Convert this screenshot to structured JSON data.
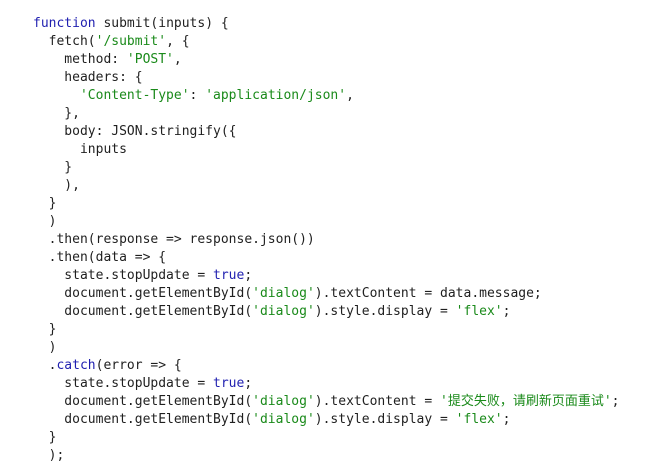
{
  "editor": {
    "colors": {
      "keyword": "#1f1fb0",
      "string": "#1a8a1a",
      "plain": "#1f1f1f",
      "background": "#ffffff"
    },
    "lines": [
      [
        {
          "t": "keyword",
          "v": "function"
        },
        {
          "t": "plain",
          "v": " submit(inputs) {"
        }
      ],
      [
        {
          "t": "plain",
          "v": "  fetch("
        },
        {
          "t": "string",
          "v": "'/submit'"
        },
        {
          "t": "plain",
          "v": ", {"
        }
      ],
      [
        {
          "t": "plain",
          "v": "    method: "
        },
        {
          "t": "string",
          "v": "'POST'"
        },
        {
          "t": "plain",
          "v": ","
        }
      ],
      [
        {
          "t": "plain",
          "v": "    headers: {"
        }
      ],
      [
        {
          "t": "plain",
          "v": "      "
        },
        {
          "t": "string",
          "v": "'Content-Type'"
        },
        {
          "t": "plain",
          "v": ": "
        },
        {
          "t": "string",
          "v": "'application/json'"
        },
        {
          "t": "plain",
          "v": ","
        }
      ],
      [
        {
          "t": "plain",
          "v": "    },"
        }
      ],
      [
        {
          "t": "plain",
          "v": "    body: JSON.stringify({"
        }
      ],
      [
        {
          "t": "plain",
          "v": "      inputs"
        }
      ],
      [
        {
          "t": "plain",
          "v": "    }"
        }
      ],
      [
        {
          "t": "plain",
          "v": "    ),"
        }
      ],
      [
        {
          "t": "plain",
          "v": "  }"
        }
      ],
      [
        {
          "t": "plain",
          "v": "  )"
        }
      ],
      [
        {
          "t": "plain",
          "v": "  .then(response => response.json())"
        }
      ],
      [
        {
          "t": "plain",
          "v": "  .then(data => {"
        }
      ],
      [
        {
          "t": "plain",
          "v": "    state.stopUpdate = "
        },
        {
          "t": "keyword",
          "v": "true"
        },
        {
          "t": "plain",
          "v": ";"
        }
      ],
      [
        {
          "t": "plain",
          "v": "    document.getElementById("
        },
        {
          "t": "string",
          "v": "'dialog'"
        },
        {
          "t": "plain",
          "v": ").textContent = data.message;"
        }
      ],
      [
        {
          "t": "plain",
          "v": "    document.getElementById("
        },
        {
          "t": "string",
          "v": "'dialog'"
        },
        {
          "t": "plain",
          "v": ").style.display = "
        },
        {
          "t": "string",
          "v": "'flex'"
        },
        {
          "t": "plain",
          "v": ";"
        }
      ],
      [
        {
          "t": "plain",
          "v": "  }"
        }
      ],
      [
        {
          "t": "plain",
          "v": "  )"
        }
      ],
      [
        {
          "t": "plain",
          "v": "  ."
        },
        {
          "t": "keyword",
          "v": "catch"
        },
        {
          "t": "plain",
          "v": "(error => {"
        }
      ],
      [
        {
          "t": "plain",
          "v": "    state.stopUpdate = "
        },
        {
          "t": "keyword",
          "v": "true"
        },
        {
          "t": "plain",
          "v": ";"
        }
      ],
      [
        {
          "t": "plain",
          "v": "    document.getElementById("
        },
        {
          "t": "string",
          "v": "'dialog'"
        },
        {
          "t": "plain",
          "v": ").textContent = "
        },
        {
          "t": "string",
          "v": "'提交失败，请刷新页面重试'"
        },
        {
          "t": "plain",
          "v": ";"
        }
      ],
      [
        {
          "t": "plain",
          "v": "    document.getElementById("
        },
        {
          "t": "string",
          "v": "'dialog'"
        },
        {
          "t": "plain",
          "v": ").style.display = "
        },
        {
          "t": "string",
          "v": "'flex'"
        },
        {
          "t": "plain",
          "v": ";"
        }
      ],
      [
        {
          "t": "plain",
          "v": "  }"
        }
      ],
      [
        {
          "t": "plain",
          "v": "  );"
        }
      ]
    ]
  }
}
